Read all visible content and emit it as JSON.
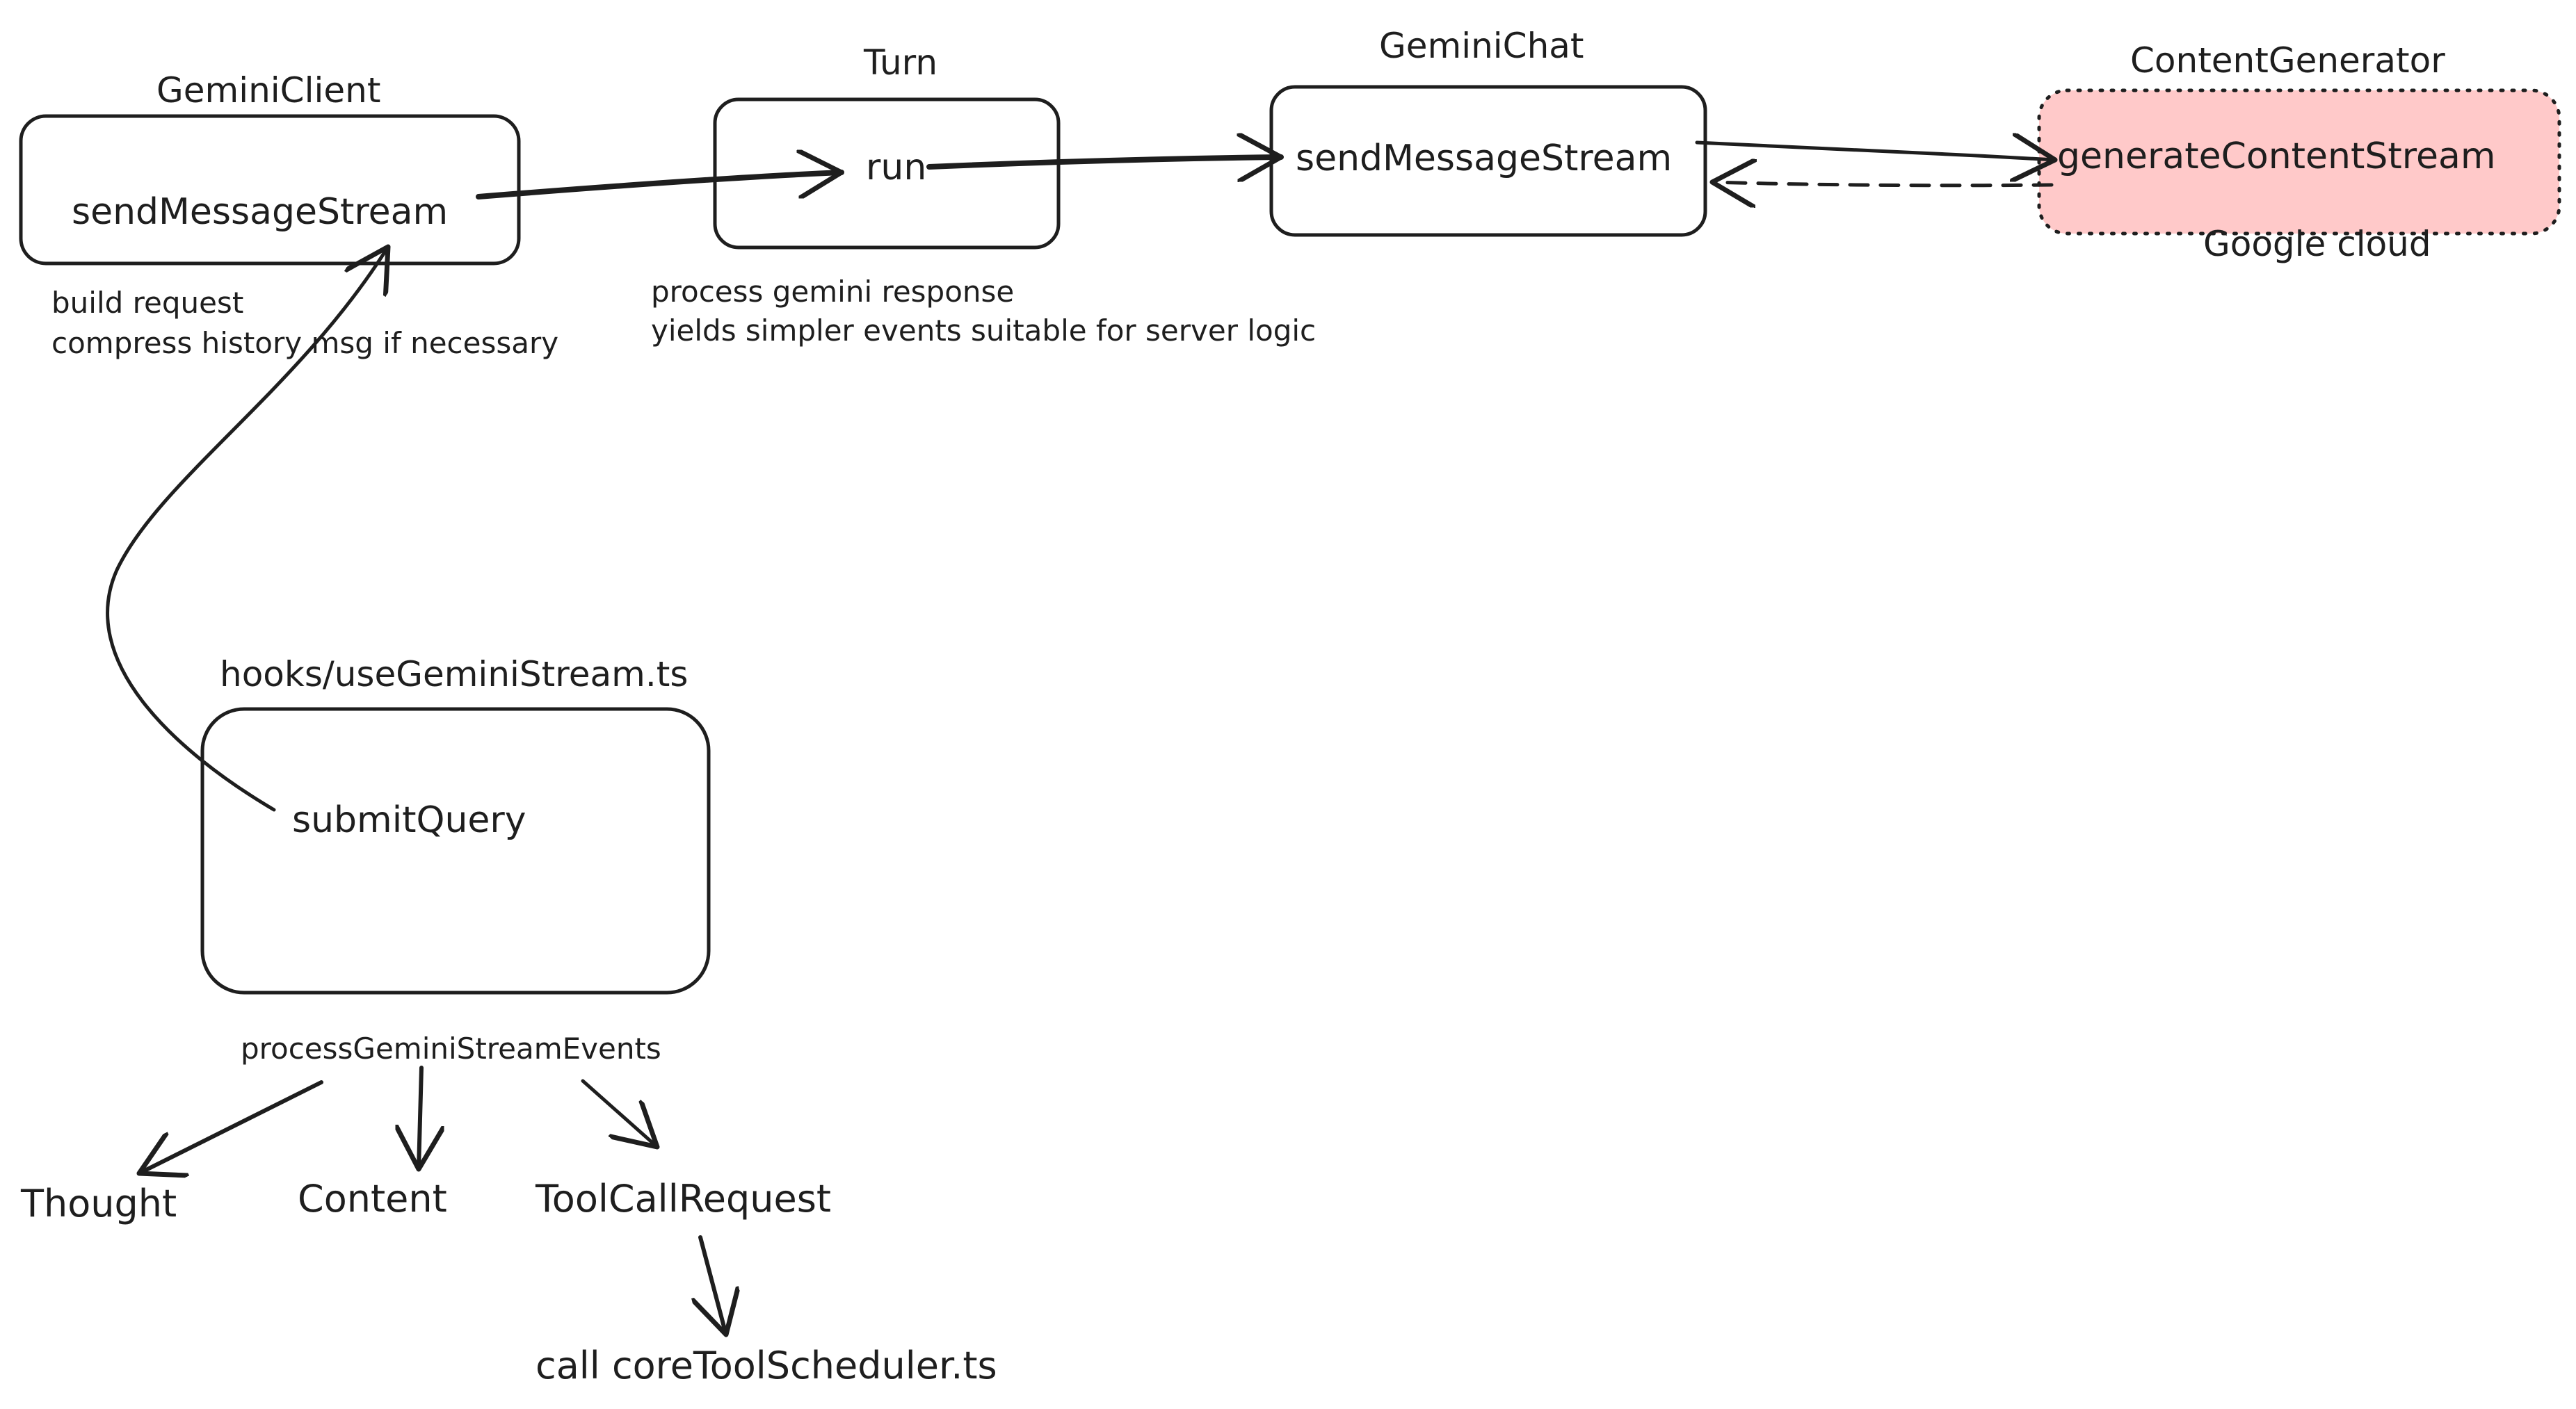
{
  "colors": {
    "ink": "#1e1e1e",
    "cloud_fill": "#ffc9c9"
  },
  "nodes": {
    "gemini_client": {
      "title": "GeminiClient",
      "method": "sendMessageStream",
      "notes": [
        "build request",
        "compress history msg if necessary"
      ]
    },
    "turn": {
      "title": "Turn",
      "method": "run",
      "notes": [
        "process gemini response",
        "yields simpler events suitable for server logic"
      ]
    },
    "gemini_chat": {
      "title": "GeminiChat",
      "method": "sendMessageStream"
    },
    "content_generator": {
      "title": "ContentGenerator",
      "method": "generateContentStream",
      "caption": "Google cloud"
    },
    "hooks": {
      "title": "hooks/useGeminiStream.ts",
      "method": "submitQuery",
      "process_label": "processGeminiStreamEvents"
    }
  },
  "events": {
    "thought": "Thought",
    "content": "Content",
    "tool_call_request": "ToolCallRequest",
    "tool_call_action": "call coreToolScheduler.ts"
  }
}
